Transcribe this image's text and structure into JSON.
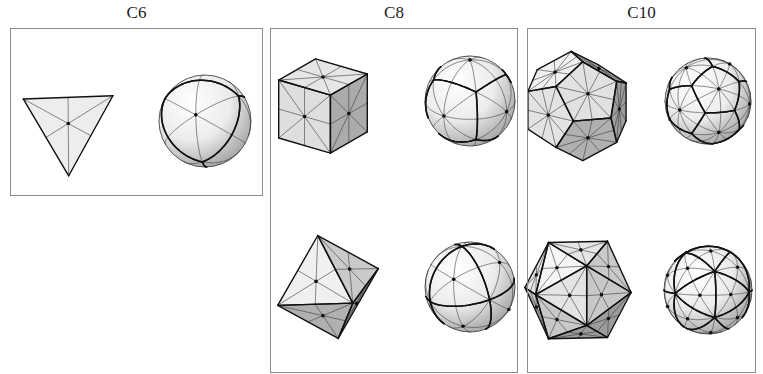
{
  "diagram": {
    "nodes": [
      {
        "text": [
          "C6"
        ]
      },
      {
        "text": [
          "C8"
        ]
      },
      {
        "text": [
          "C10"
        ]
      }
    ]
  }
}
